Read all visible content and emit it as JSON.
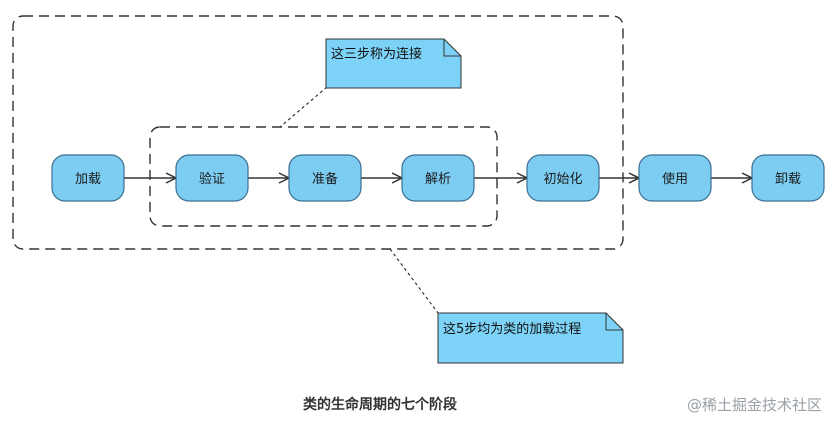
{
  "diagram": {
    "stages": [
      {
        "id": "s1",
        "label": "加载"
      },
      {
        "id": "s2",
        "label": "验证"
      },
      {
        "id": "s3",
        "label": "准备"
      },
      {
        "id": "s4",
        "label": "解析"
      },
      {
        "id": "s5",
        "label": "初始化"
      },
      {
        "id": "s6",
        "label": "使用"
      },
      {
        "id": "s7",
        "label": "卸载"
      }
    ],
    "connections": [
      [
        "s1",
        "s2"
      ],
      [
        "s2",
        "s3"
      ],
      [
        "s3",
        "s4"
      ],
      [
        "s4",
        "s5"
      ],
      [
        "s5",
        "s6"
      ],
      [
        "s6",
        "s7"
      ]
    ],
    "notes": {
      "linking": "这三步称为连接",
      "loading": "这5步均为类的加载过程"
    }
  },
  "caption": "类的生命周期的七个阶段",
  "watermark": "@稀土掘金技术社区",
  "colors": {
    "node_fill": "#7dcdf3",
    "node_stroke": "#3b6f8f",
    "note_fill": "#7dd3f7",
    "line": "#333333"
  }
}
